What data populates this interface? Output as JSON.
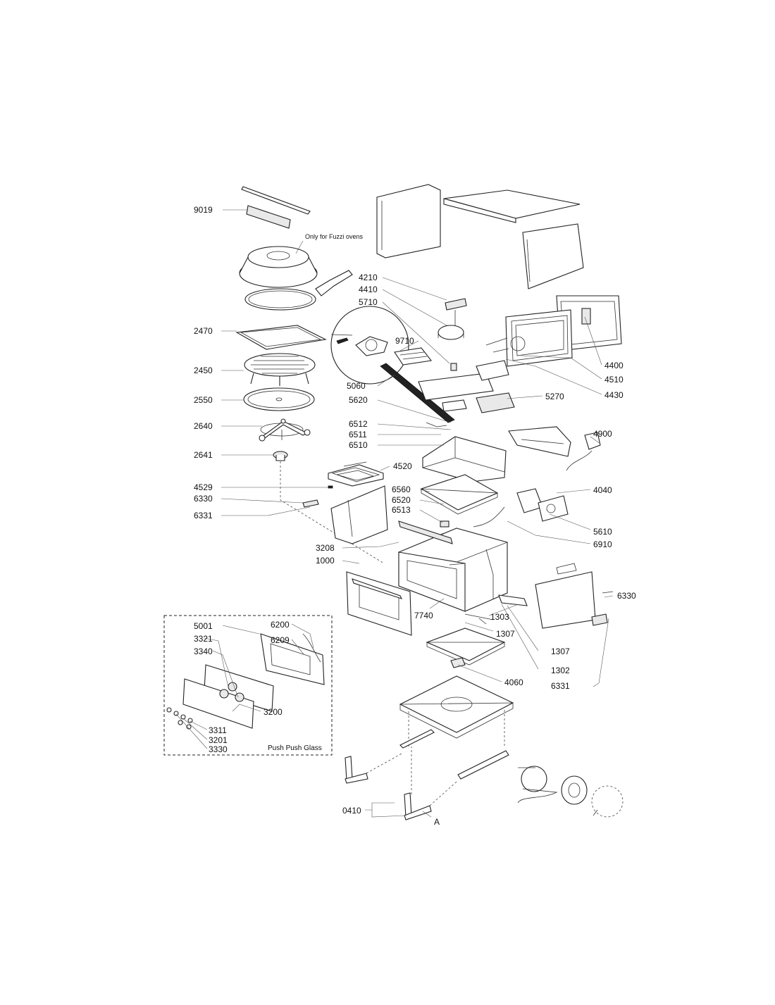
{
  "diagram": {
    "labels": [
      "9019",
      "4210",
      "4410",
      "5710",
      "2470",
      "9710",
      "2450",
      "5060",
      "2550",
      "5620",
      "2640",
      "6512",
      "6511",
      "6510",
      "2641",
      "4520",
      "4529",
      "6330",
      "6331",
      "6560",
      "6520",
      "6513",
      "3208",
      "1000",
      "4400",
      "4510",
      "4430",
      "5270",
      "4900",
      "4040",
      "5610",
      "6910",
      "6330",
      "7740",
      "1303",
      "1307",
      "1307",
      "1302",
      "6331",
      "6200",
      "5001",
      "6209",
      "3321",
      "3340",
      "3200",
      "3311",
      "3201",
      "3330",
      "4060",
      "0410",
      "A"
    ],
    "notes": {
      "fuzzi": "Only for Fuzzi ovens",
      "push": "Push Push Glass"
    }
  }
}
